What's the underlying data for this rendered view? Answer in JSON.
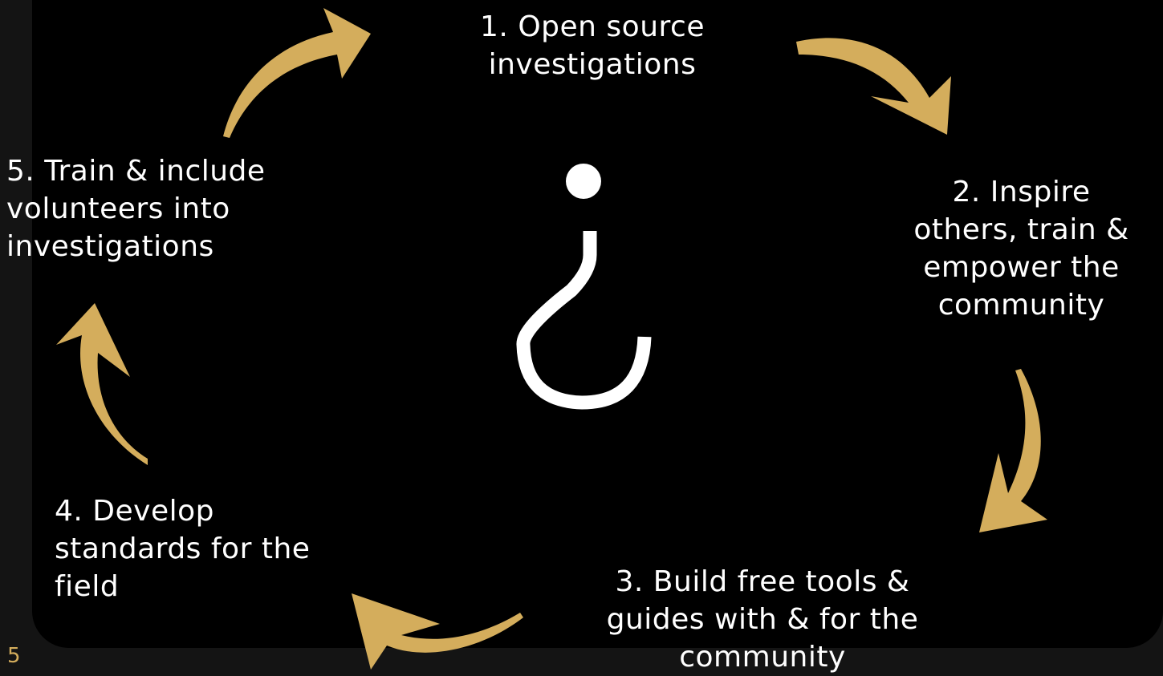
{
  "steps": [
    {
      "id": "1",
      "label": "1. Open source\ninvestigations"
    },
    {
      "id": "2",
      "label": "2. Inspire\nothers, train &\nempower the\ncommunity"
    },
    {
      "id": "3",
      "label": "3. Build free tools &\nguides with & for the\ncommunity"
    },
    {
      "id": "4",
      "label": "4. Develop\nstandards for the\nfield"
    },
    {
      "id": "5",
      "label": "5. Train & include\nvolunteers into\ninvestigations"
    }
  ],
  "page_number": "5",
  "colors": {
    "arrow": "#d4ad5c",
    "background": "#000000",
    "outer_background": "#141414",
    "text": "#ffffff",
    "logo": "#ffffff"
  },
  "icons": {
    "center_logo": "inverted-question-mark-icon",
    "arrows": "curved-arrow-icon"
  }
}
